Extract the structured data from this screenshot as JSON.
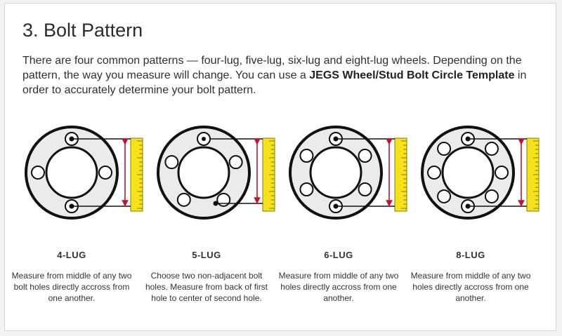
{
  "heading": "3. Bolt Pattern",
  "intro": {
    "part1": "There are four common patterns — four-lug, five-lug, six-lug and eight-lug wheels. Depending on the pattern, the way you measure will change. You can use a ",
    "bold": "JEGS Wheel/Stud Bolt Circle Template",
    "part2": " in order to accurately determine your bolt pattern."
  },
  "patterns": [
    {
      "label": "4-LUG",
      "lugs": 4,
      "description": "Measure from middle of any two bolt holes directly accross from one another."
    },
    {
      "label": "5-LUG",
      "lugs": 5,
      "description": "Choose two non-adjacent bolt holes. Measure from back of first hole to center of second hole."
    },
    {
      "label": "6-LUG",
      "lugs": 6,
      "description": "Measure from middle of any two holes directly accross from one another."
    },
    {
      "label": "8-LUG",
      "lugs": 8,
      "description": "Measure from middle of any two holes directly accross from one another."
    }
  ],
  "colors": {
    "wheel_fill": "#ebebeb",
    "outline": "#111111",
    "ruler": "#f5e21a",
    "arrow": "#c8102e"
  },
  "icons": [
    "wheel-diagram-icon",
    "ruler-icon",
    "measurement-arrow-icon"
  ]
}
